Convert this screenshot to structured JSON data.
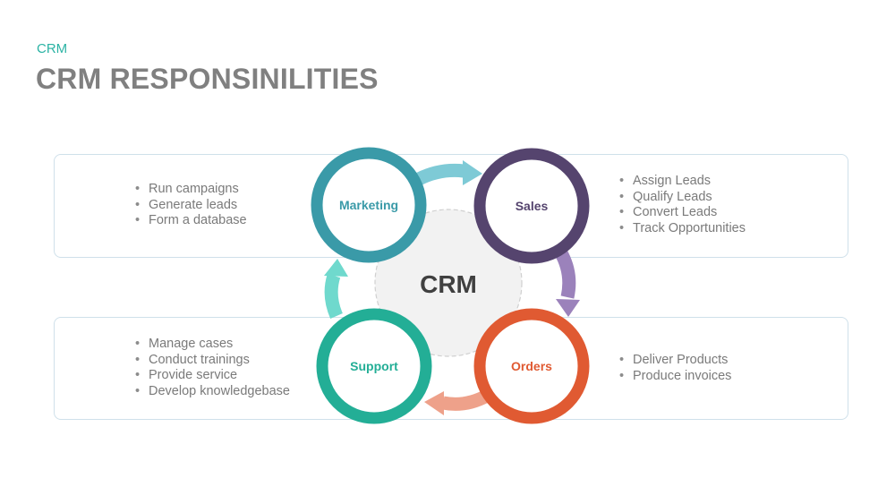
{
  "header": {
    "kicker": "CRM",
    "title": "CRM RESPONSINILITIES"
  },
  "center": {
    "label": "CRM"
  },
  "nodes": {
    "marketing": {
      "label": "Marketing",
      "color": "#3a9aa8",
      "items": [
        "Run campaigns",
        "Generate leads",
        "Form a database"
      ]
    },
    "sales": {
      "label": "Sales",
      "color": "#55446e",
      "items": [
        "Assign Leads",
        "Qualify Leads",
        "Convert Leads",
        "Track Opportunities"
      ]
    },
    "orders": {
      "label": "Orders",
      "color": "#e05a32",
      "items": [
        "Deliver Products",
        "Produce invoices"
      ]
    },
    "support": {
      "label": "Support",
      "color": "#23ae96",
      "items": [
        "Manage cases",
        "Conduct trainings",
        "Provide service",
        "Develop knowledgebase"
      ]
    }
  },
  "arrows": {
    "marketing_to_sales": "#7ecad6",
    "sales_to_orders": "#9b82bb",
    "orders_to_support": "#eea18a",
    "support_to_marketing": "#6fd9cd"
  }
}
